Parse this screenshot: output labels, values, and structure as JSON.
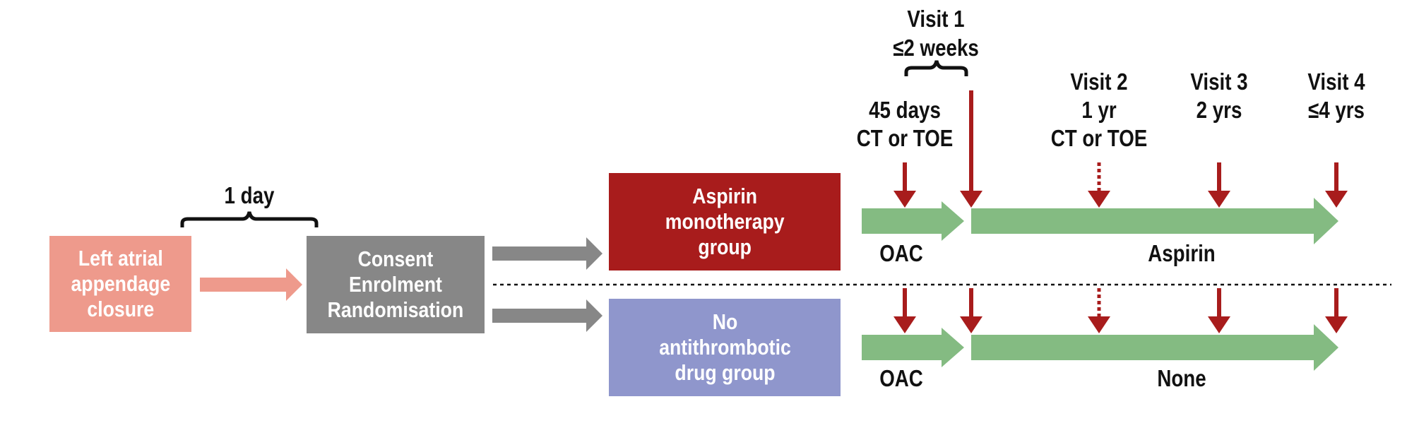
{
  "colors": {
    "laa_box": "#ee9a8c",
    "consent_box": "#878787",
    "aspirin_box": "#a81c1c",
    "none_box": "#8f96cc",
    "green_arrow": "#84bb82",
    "red_arrow": "#a81c1c",
    "grey_arrow": "#878787",
    "pink_arrow": "#ee9a8c",
    "text": "#111111"
  },
  "boxes": {
    "laa": "Left atrial\nappendage\nclosure",
    "consent": "Consent\nEnrolment\nRandomisation",
    "aspirin_group": "Aspirin\nmonotherapy\ngroup",
    "no_drug_group": "No\nantithrombotic\ndrug group"
  },
  "labels": {
    "one_day": "1 day",
    "visit1": "Visit 1\n≤2 weeks",
    "days45": "45 days\nCT or TOE",
    "visit2": "Visit 2\n1 yr\nCT or TOE",
    "visit3": "Visit 3\n2 yrs",
    "visit4": "Visit 4\n≤4 yrs",
    "oac_top": "OAC",
    "aspirin": "Aspirin",
    "oac_bottom": "OAC",
    "none": "None"
  }
}
